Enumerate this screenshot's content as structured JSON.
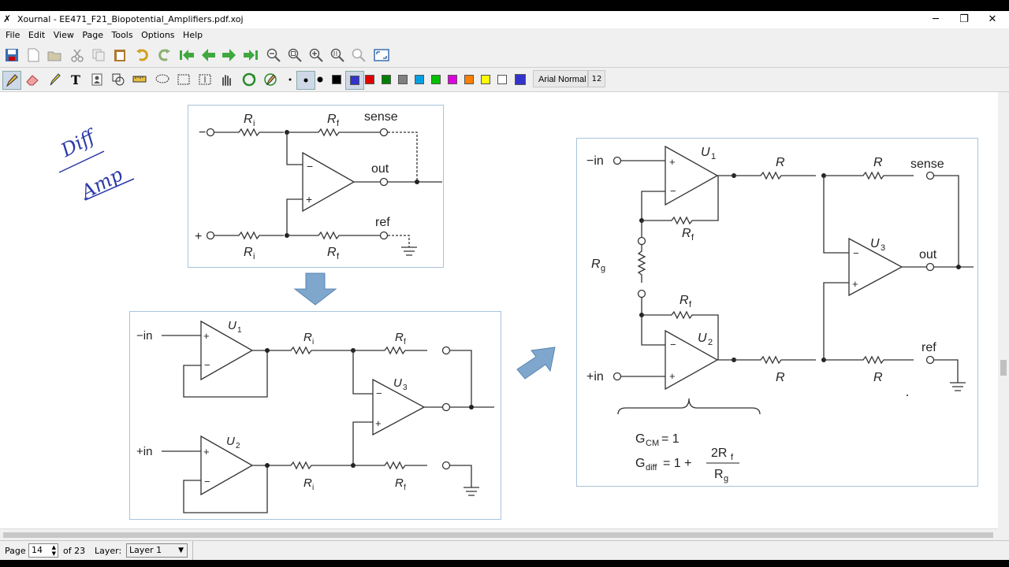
{
  "window": {
    "title": "Xournal - EE471_F21_Biopotential_Amplifiers.pdf.xoj",
    "controls": [
      "─",
      "❐",
      "✕"
    ]
  },
  "menu": [
    "File",
    "Edit",
    "View",
    "Page",
    "Tools",
    "Options",
    "Help"
  ],
  "toolbar1": {
    "icons": [
      "save-icon",
      "new-icon",
      "open-icon",
      "cut-icon",
      "copy-icon",
      "paste-icon",
      "undo-icon",
      "redo-icon",
      "first-page-icon",
      "previous-page-icon",
      "next-page-icon",
      "last-page-icon",
      "zoom-out-icon",
      "zoom-fit-icon",
      "zoom-in-icon",
      "zoom-100-icon",
      "zoom-custom-icon",
      "fullscreen-icon"
    ]
  },
  "toolbar2": {
    "tools": [
      "pen-icon",
      "eraser-icon",
      "highlighter-icon",
      "text-icon",
      "image-icon",
      "shape-recognizer-icon",
      "ruler-icon",
      "lasso-select-icon",
      "rect-select-icon",
      "vertical-space-icon",
      "hand-icon",
      "default-tool-icon",
      "pen-default-icon"
    ],
    "colors": [
      "#000000",
      "#3333cc",
      "#e00000",
      "#008000",
      "#808080",
      "#00a0e0",
      "#00c000",
      "#e000e0",
      "#ff8000",
      "#ffff00",
      "#ffffff",
      "#3333cc"
    ],
    "font_name": "Arial Normal",
    "font_size": "12"
  },
  "annotation": {
    "line1": "Diff",
    "line2": "Amp"
  },
  "circuit_top": {
    "r_left_top": "R",
    "r_left_top_sub": "i",
    "r_right_top": "R",
    "r_right_top_sub": "f",
    "sense": "sense",
    "out": "out",
    "ref": "ref",
    "r_left_bot": "R",
    "r_left_bot_sub": "i",
    "r_right_bot": "R",
    "r_right_bot_sub": "f",
    "minus_in": "−",
    "plus_in": "+"
  },
  "circuit_bottom": {
    "minus_in": "−in",
    "plus_in": "+in",
    "u1": "U",
    "u1_sub": "1",
    "u2": "U",
    "u2_sub": "2",
    "u3": "U",
    "u3_sub": "3",
    "ri": "R",
    "ri_sub": "i",
    "rf": "R",
    "rf_sub": "f"
  },
  "circuit_right": {
    "minus_in": "−in",
    "plus_in": "+in",
    "u1": "U",
    "u1_sub": "1",
    "u2": "U",
    "u2_sub": "2",
    "u3": "U",
    "u3_sub": "3",
    "r": "R",
    "rf": "R",
    "rf_sub": "f",
    "rg": "R",
    "rg_sub": "g",
    "sense": "sense",
    "out": "out",
    "ref": "ref",
    "gcm_g": "G",
    "gcm_sub": "CM",
    "gcm_rest": " = 1",
    "gdiff_g": "G",
    "gdiff_sub": "diff",
    "gdiff_rest": " = 1 + ",
    "frac_num": "2R",
    "frac_num_sub": "f",
    "frac_den": "R",
    "frac_den_sub": "g"
  },
  "status": {
    "page_label": "Page",
    "page_value": "14",
    "of_label": "of 23",
    "layer_label": "Layer:",
    "layer_value": "Layer 1"
  }
}
